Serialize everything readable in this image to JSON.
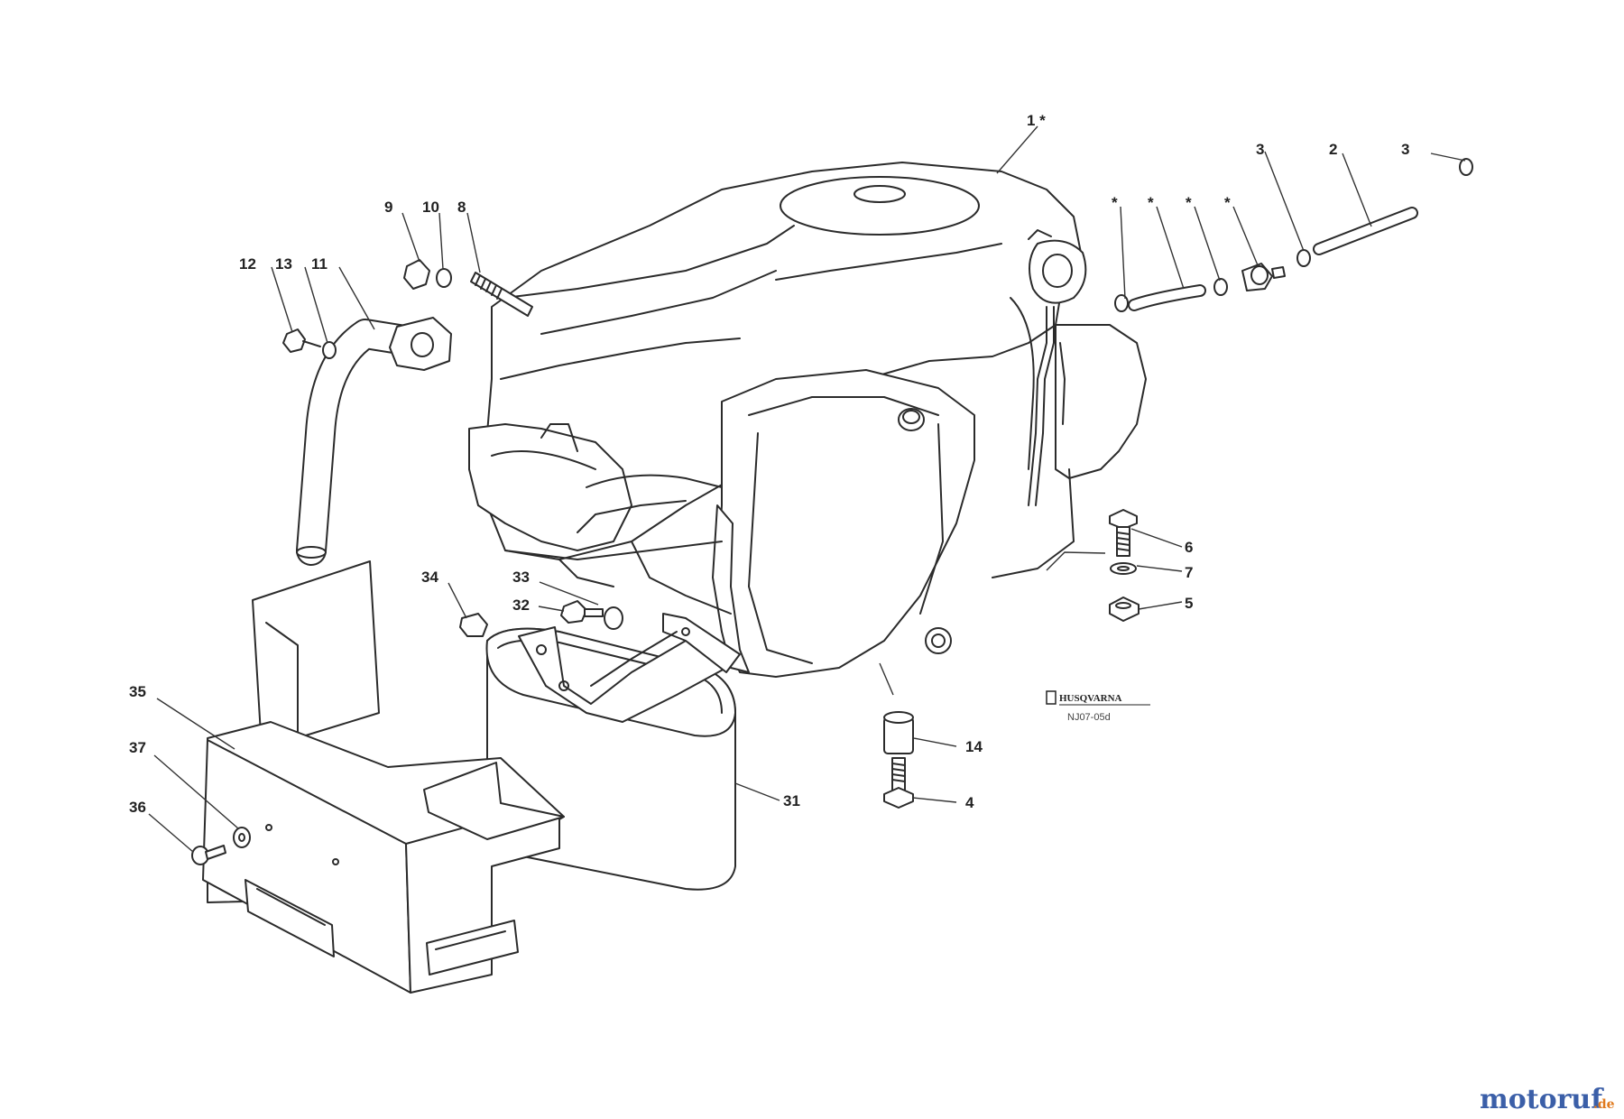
{
  "labels": {
    "engine": "1 *",
    "star_a": "*",
    "star_b": "*",
    "star_c": "*",
    "star_d": "*",
    "p3a": "3",
    "p2": "2",
    "p3b": "3",
    "p9": "9",
    "p10": "10",
    "p8": "8",
    "p12": "12",
    "p13": "13",
    "p11": "11",
    "p6": "6",
    "p7": "7",
    "p5": "5",
    "p34": "34",
    "p33": "33",
    "p32": "32",
    "p35": "35",
    "p37": "37",
    "p36": "36",
    "p14": "14",
    "p4": "4",
    "p31": "31"
  },
  "drawing_code": "NJ07-05d",
  "brand_small": "HUSQVARNA",
  "watermark": {
    "part1": "motoruf",
    "part2": ".de",
    "color1": "#3b5fa8",
    "color2": "#e07a1e"
  }
}
